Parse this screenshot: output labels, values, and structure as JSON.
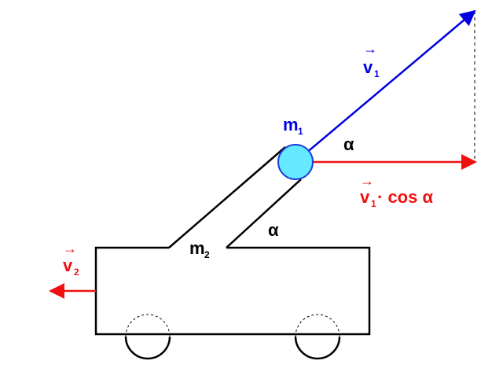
{
  "labels": {
    "v1_symbol": "v",
    "v1_sub": "1",
    "m1_symbol": "m",
    "m1_sub": "1",
    "m2_symbol": "m",
    "m2_sub": "2",
    "v2_symbol": "v",
    "v2_sub": "2",
    "alpha_top": "α",
    "alpha_bottom": "α",
    "proj_v": "v",
    "proj_sub": "1",
    "proj_rest": " · cos α",
    "vector_arrow": "→"
  },
  "colors": {
    "v1": "#0000e0",
    "projection": "#ee1111",
    "v2": "#ee1111",
    "ball_fill": "#66e8ff",
    "ball_stroke": "#1a3fd6",
    "outline": "#000000",
    "guide": "#000000"
  }
}
